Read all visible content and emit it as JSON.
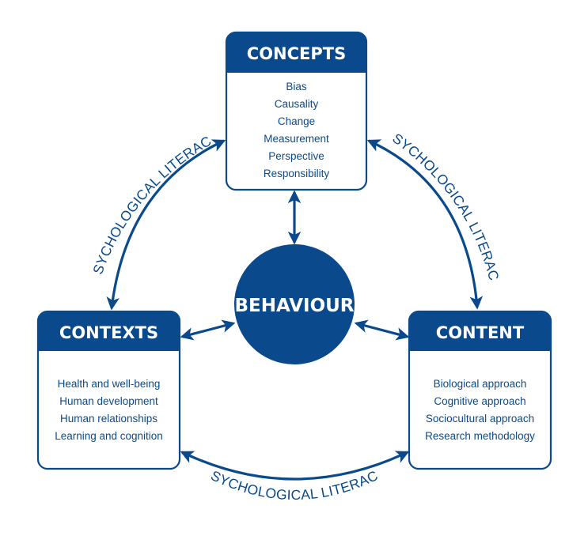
{
  "colors": {
    "primary": "#0a4a8c",
    "background": "#ffffff",
    "header_text": "#ffffff"
  },
  "center": {
    "label": "BEHAVIOUR"
  },
  "boxes": {
    "concepts": {
      "title": "CONCEPTS",
      "items": [
        "Bias",
        "Causality",
        "Change",
        "Measurement",
        "Perspective",
        "Responsibility"
      ]
    },
    "contexts": {
      "title": "CONTEXTS",
      "items": [
        "Health and well-being",
        "Human development",
        "Human relationships",
        "Learning and cognition"
      ]
    },
    "content": {
      "title": "CONTENT",
      "items": [
        "Biological approach",
        "Cognitive approach",
        "Sociocultural approach",
        "Research methodology"
      ]
    }
  },
  "arcs": {
    "left_label": "PSYCHOLOGICAL LITERACY",
    "right_label": "PSYCHOLOGICAL LITERACY",
    "bottom_label": "PSYCHOLOGICAL LITERACY"
  },
  "connections": [
    {
      "from": "CONCEPTS",
      "to": "BEHAVIOUR",
      "type": "double-arrow"
    },
    {
      "from": "CONTEXTS",
      "to": "BEHAVIOUR",
      "type": "double-arrow"
    },
    {
      "from": "CONTENT",
      "to": "BEHAVIOUR",
      "type": "double-arrow"
    },
    {
      "from": "CONTEXTS",
      "to": "CONCEPTS",
      "type": "curved-double-arrow",
      "label": "PSYCHOLOGICAL LITERACY"
    },
    {
      "from": "CONCEPTS",
      "to": "CONTENT",
      "type": "curved-double-arrow",
      "label": "PSYCHOLOGICAL LITERACY"
    },
    {
      "from": "CONTEXTS",
      "to": "CONTENT",
      "type": "curved-double-arrow",
      "label": "PSYCHOLOGICAL LITERACY"
    }
  ]
}
